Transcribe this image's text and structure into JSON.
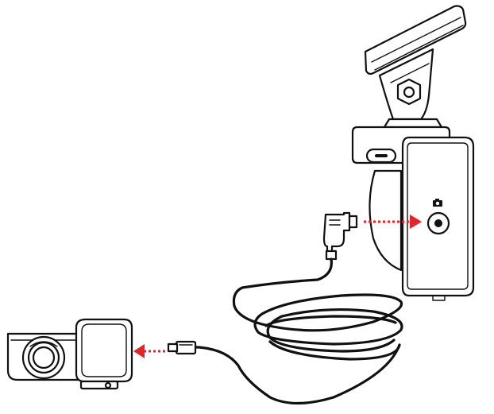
{
  "colors": {
    "line": "#111111",
    "arrow": "#e4242b",
    "background": "#ffffff"
  },
  "icons": {
    "jack": "camera-icon"
  },
  "arrows": [
    {
      "name": "plug-in-arrow",
      "direction": "right"
    },
    {
      "name": "rear-camera-arrow",
      "direction": "left"
    }
  ]
}
